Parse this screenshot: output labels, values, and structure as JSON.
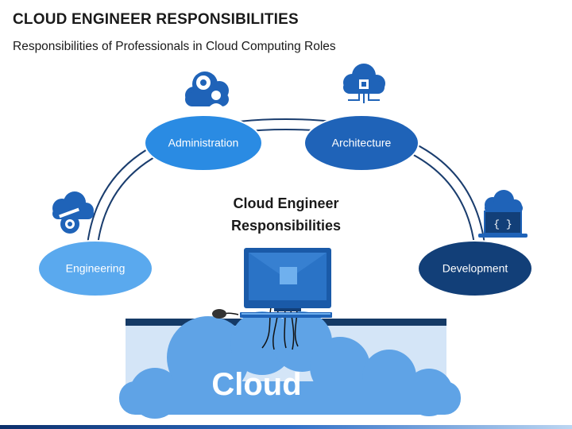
{
  "header": {
    "title": "CLOUD ENGINEER RESPONSIBILITIES",
    "subtitle": "Responsibilities of Professionals in Cloud Computing Roles"
  },
  "diagram": {
    "center_line1": "Cloud Engineer",
    "center_line2": "Responsibilities",
    "cloud_label": "Cloud",
    "nodes": [
      {
        "label": "Engineering",
        "icon": "cloud-wrench-gear-icon",
        "color": "#5aa9ee"
      },
      {
        "label": "Administration",
        "icon": "cloud-gear-user-icon",
        "color": "#2a8be3"
      },
      {
        "label": "Architecture",
        "icon": "cloud-circuit-icon",
        "color": "#1f63b8"
      },
      {
        "label": "Development",
        "icon": "cloud-laptop-code-icon",
        "color": "#123f78"
      }
    ],
    "colors": {
      "arc": "#1a3d6e",
      "cloud": "#5fa3e6",
      "desk_top": "#153a66",
      "monitor": "#1a5aa8"
    }
  }
}
